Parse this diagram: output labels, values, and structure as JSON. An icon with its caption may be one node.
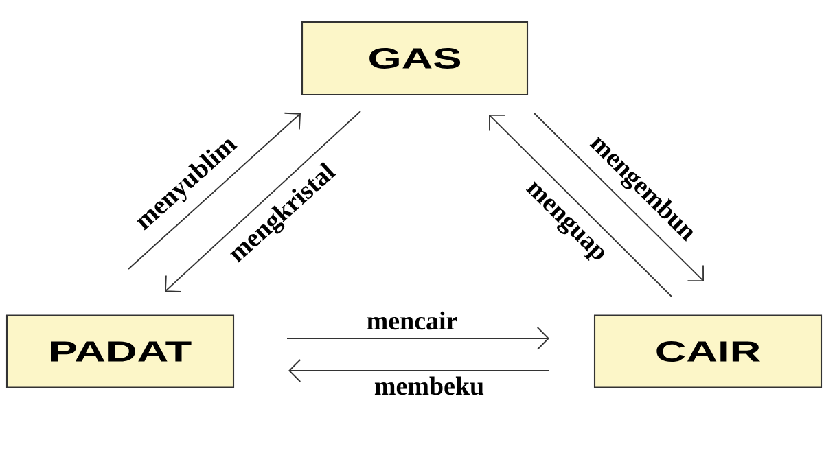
{
  "diagram": {
    "nodes": [
      {
        "text": [
          "GAS"
        ]
      },
      {
        "text": [
          "PADAT"
        ]
      },
      {
        "text": [
          "CAIR"
        ]
      }
    ],
    "edges": [
      {
        "from": 1,
        "to": 0,
        "arrow": "to",
        "label": "menyublim"
      },
      {
        "from": 0,
        "to": 1,
        "arrow": "to",
        "label": "mengkristal"
      },
      {
        "from": 2,
        "to": 0,
        "arrow": "to",
        "label": "menguap"
      },
      {
        "from": 0,
        "to": 2,
        "arrow": "to",
        "label": "mengembun"
      },
      {
        "from": 1,
        "to": 2,
        "arrow": "to",
        "label": "mencair"
      },
      {
        "from": 2,
        "to": 1,
        "arrow": "to",
        "label": "membeku"
      }
    ]
  }
}
